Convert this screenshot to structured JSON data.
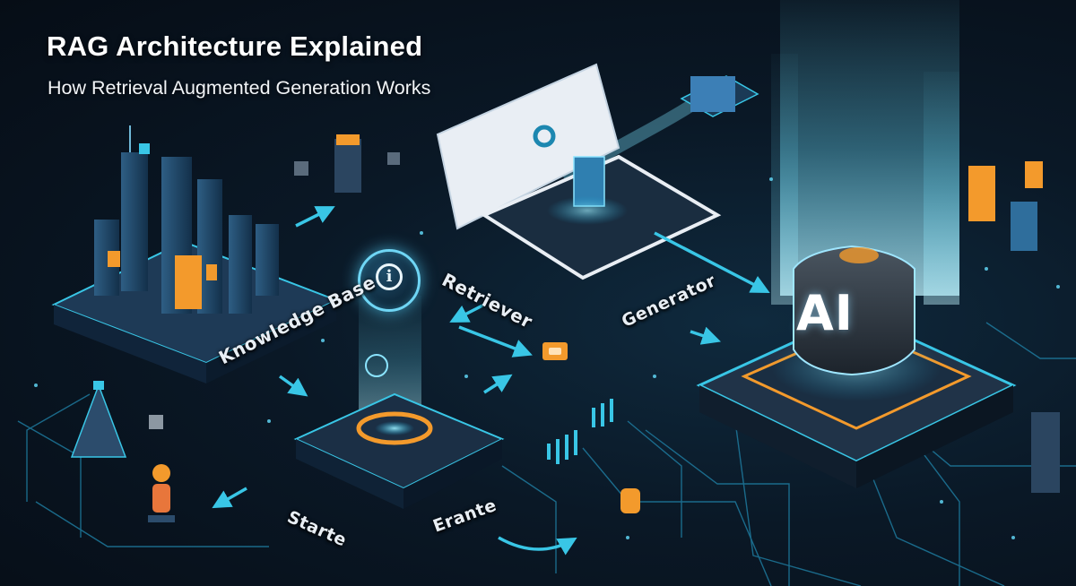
{
  "header": {
    "title": "RAG Architecture Explained",
    "subtitle": "How Retrieval Augmented Generation Works"
  },
  "labels": {
    "knowledge_base": "Knowledge Base",
    "retriever": "Retriever",
    "generator": "Generator",
    "starte": "Starte",
    "erante": "Erante",
    "ai": "AI",
    "info_glyph": "i"
  },
  "colors": {
    "background": "#0a1826",
    "accent_cyan": "#39c6e6",
    "accent_orange": "#f39a2c",
    "platform_dark": "#1c3147"
  },
  "icons": [
    "city-buildings-icon",
    "dashboard-tablet-icon",
    "ai-chip-icon",
    "server-icon",
    "info-icon",
    "person-icon"
  ]
}
